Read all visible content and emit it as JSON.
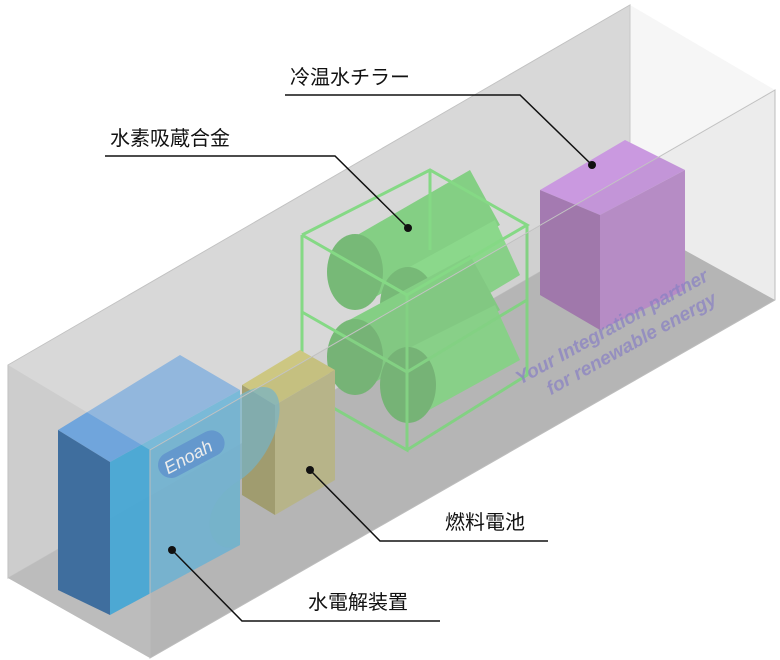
{
  "labels": {
    "chiller": "冷温水チラー",
    "hydrogen_storage": "水素吸蔵合金",
    "fuel_cell": "燃料電池",
    "electrolyzer": "水電解装置"
  },
  "watermark": {
    "line1": "Your Integration partner",
    "line2": "for renewable energy"
  },
  "logo": "Enoah",
  "colors": {
    "electrolyzer": "#4a8fd8",
    "fuel_cell": "#b8b050",
    "hydrogen_storage": "#5ed65e",
    "chiller": "#b86ad6",
    "container": "#b0b0b0"
  }
}
